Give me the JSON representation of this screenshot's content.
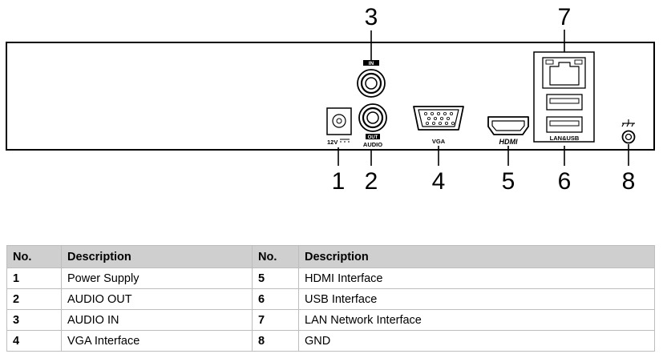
{
  "panel": {
    "callouts": [
      "1",
      "2",
      "3",
      "4",
      "5",
      "6",
      "7",
      "8"
    ],
    "labels": {
      "power": "12V",
      "audio_in": "IN",
      "audio_out": "OUT",
      "audio": "AUDIO",
      "vga": "VGA",
      "hdmi": "HDMI",
      "lan_usb": "LAN&USB"
    },
    "icons": {
      "power": "dc-power-jack-icon",
      "audio": "rca-jack-icon",
      "vga": "vga-port-icon",
      "hdmi": "hdmi-port-icon",
      "lan": "rj45-port-icon",
      "usb": "usb-port-icon",
      "gnd": "ground-terminal-icon"
    }
  },
  "table": {
    "headers": [
      "No.",
      "Description",
      "No.",
      "Description"
    ],
    "rows": [
      [
        "1",
        "Power Supply",
        "5",
        "HDMI Interface"
      ],
      [
        "2",
        "AUDIO OUT",
        "6",
        "USB Interface"
      ],
      [
        "3",
        "AUDIO IN",
        "7",
        "LAN Network Interface"
      ],
      [
        "4",
        "VGA Interface",
        "8",
        "GND"
      ]
    ]
  }
}
